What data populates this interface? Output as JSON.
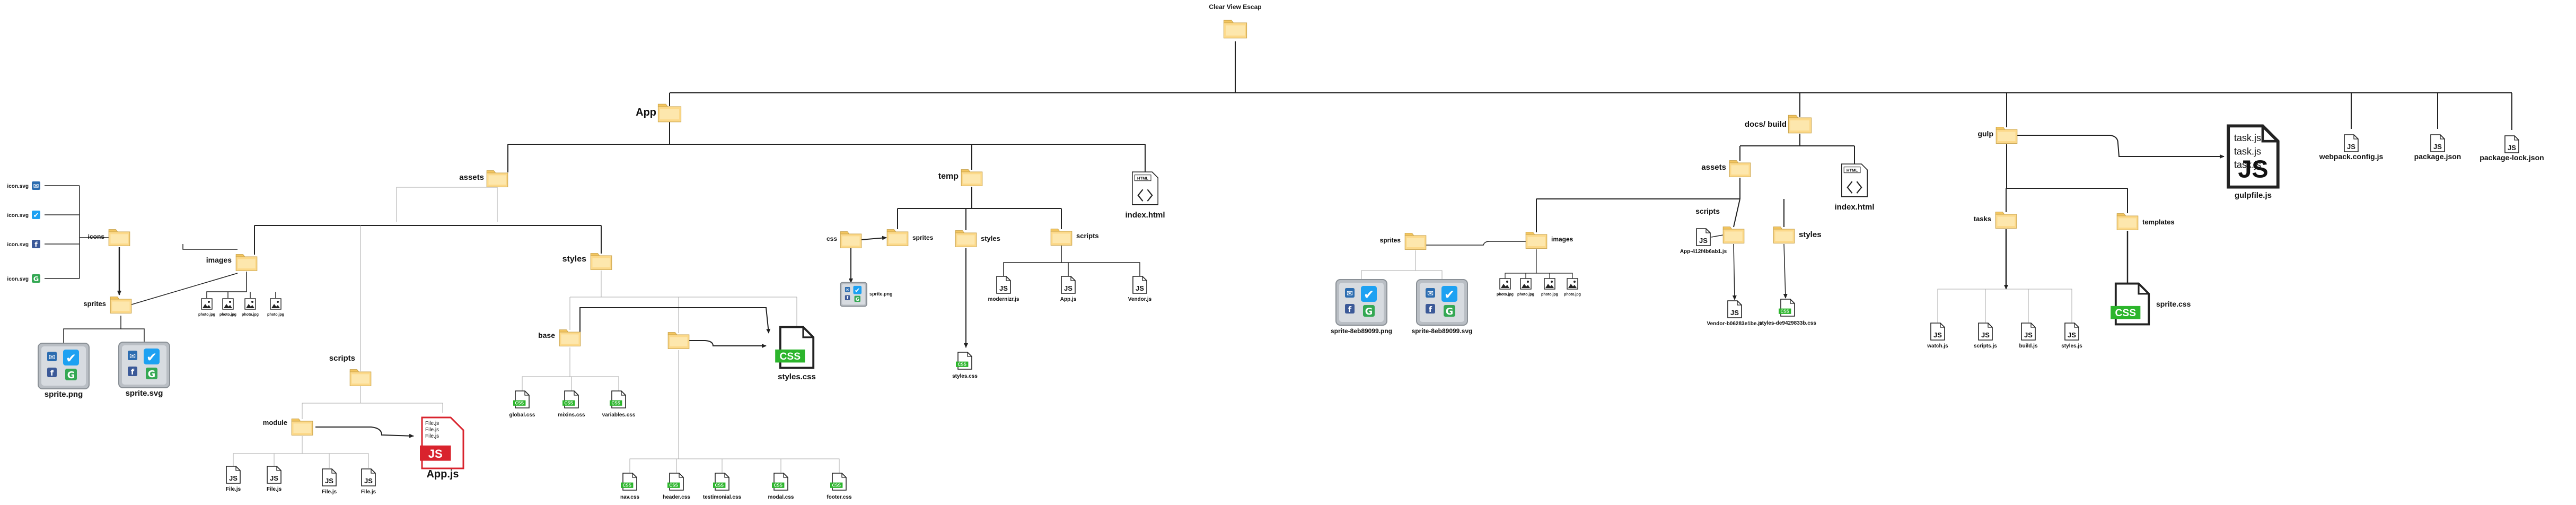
{
  "title": "Clear View Escap",
  "colors": {
    "folder": "#fcd98a",
    "folder_stroke": "#c9a24a",
    "css_green": "#2cb52c",
    "js_red": "#d9232d",
    "line": "#222222",
    "light_line": "#aaaaaa"
  },
  "nodes": [
    {
      "id": "root",
      "type": "folder",
      "label": "Clear View Escap"
    },
    {
      "id": "app",
      "type": "folder",
      "label": "App"
    },
    {
      "id": "docs",
      "type": "folder",
      "label": "docs/ build"
    },
    {
      "id": "gulp",
      "type": "folder",
      "label": "gulp"
    },
    {
      "id": "gulpfile",
      "type": "js-big",
      "label": "gulpfile.js",
      "inner": [
        "task.js",
        "task.js",
        "task.js"
      ]
    },
    {
      "id": "webpack",
      "type": "js",
      "label": "webpack.config.js"
    },
    {
      "id": "pkg",
      "type": "js",
      "label": "package.json"
    },
    {
      "id": "pkglock",
      "type": "js",
      "label": "package-lock.json"
    },
    {
      "id": "assets",
      "type": "folder",
      "label": "assets"
    },
    {
      "id": "temp",
      "type": "folder",
      "label": "temp"
    },
    {
      "id": "indexhtml",
      "type": "html",
      "label": "index.html"
    },
    {
      "id": "icons",
      "type": "folder",
      "label": "icons"
    },
    {
      "id": "images",
      "type": "folder",
      "label": "images"
    },
    {
      "id": "sprites",
      "type": "folder",
      "label": "sprites"
    },
    {
      "id": "icon1",
      "type": "icon-file",
      "label": "icon.svg",
      "glyph": "mail"
    },
    {
      "id": "icon2",
      "type": "icon-file",
      "label": "icon.svg",
      "glyph": "twitter"
    },
    {
      "id": "icon3",
      "type": "icon-file",
      "label": "icon.svg",
      "glyph": "facebook"
    },
    {
      "id": "icon4",
      "type": "icon-file",
      "label": "icon.svg",
      "glyph": "google"
    },
    {
      "id": "spritepng",
      "type": "sprite",
      "label": "sprite.png"
    },
    {
      "id": "spritesvg",
      "type": "sprite",
      "label": "sprite.svg"
    },
    {
      "id": "img1",
      "type": "image",
      "label": "photo.jpg"
    },
    {
      "id": "img2",
      "type": "image",
      "label": "photo.jpg"
    },
    {
      "id": "img3",
      "type": "image",
      "label": "photo.jpg"
    },
    {
      "id": "img4",
      "type": "image",
      "label": "photo.jpg"
    },
    {
      "id": "scripts",
      "type": "folder",
      "label": "scripts"
    },
    {
      "id": "module",
      "type": "folder",
      "label": "module"
    },
    {
      "id": "appjs",
      "type": "js-red",
      "label": "App.js",
      "inner": [
        "File.js",
        "File.js",
        "File.js"
      ]
    },
    {
      "id": "file1",
      "type": "js",
      "label": "File.js"
    },
    {
      "id": "file2",
      "type": "js",
      "label": "File.js"
    },
    {
      "id": "file3",
      "type": "js",
      "label": "File.js"
    },
    {
      "id": "file4",
      "type": "js",
      "label": "File.js"
    },
    {
      "id": "styles",
      "type": "folder",
      "label": "styles"
    },
    {
      "id": "base",
      "type": "folder",
      "label": "base"
    },
    {
      "id": "modules",
      "type": "folder",
      "label": ""
    },
    {
      "id": "stylescss",
      "type": "css-big",
      "label": "styles.css"
    },
    {
      "id": "global",
      "type": "css",
      "label": "global.css"
    },
    {
      "id": "mixins",
      "type": "css",
      "label": "mixins.css"
    },
    {
      "id": "variables",
      "type": "css",
      "label": "variables.css"
    },
    {
      "id": "nav",
      "type": "css",
      "label": "nav.css"
    },
    {
      "id": "header",
      "type": "css",
      "label": "header.css"
    },
    {
      "id": "testimonial",
      "type": "css",
      "label": "testimonial.css"
    },
    {
      "id": "modal",
      "type": "css",
      "label": "modal.css"
    },
    {
      "id": "footer",
      "type": "css",
      "label": "footer.css"
    },
    {
      "id": "tcss",
      "type": "folder",
      "label": "css"
    },
    {
      "id": "tsprites",
      "type": "folder",
      "label": "sprites"
    },
    {
      "id": "tstyles",
      "type": "folder",
      "label": "styles"
    },
    {
      "id": "tscripts",
      "type": "folder",
      "label": "scripts"
    },
    {
      "id": "tspritepng",
      "type": "sprite-small",
      "label": "sprite.png"
    },
    {
      "id": "tstylescss",
      "type": "css",
      "label": "styles.css"
    },
    {
      "id": "modernizr",
      "type": "js",
      "label": "modernizr.js"
    },
    {
      "id": "tappjs",
      "type": "js",
      "label": "App.js"
    },
    {
      "id": "vendor",
      "type": "js",
      "label": "Vendor.js"
    },
    {
      "id": "dassets",
      "type": "folder",
      "label": "assets"
    },
    {
      "id": "dindex",
      "type": "html",
      "label": "index.html"
    },
    {
      "id": "dsprites",
      "type": "folder",
      "label": "sprites"
    },
    {
      "id": "dimages",
      "type": "folder",
      "label": "images"
    },
    {
      "id": "dapp",
      "type": "js",
      "label": "App-412f4b6ab1.js"
    },
    {
      "id": "dscripts",
      "type": "folder",
      "label": "scripts"
    },
    {
      "id": "dstyles",
      "type": "folder",
      "label": "styles"
    },
    {
      "id": "dspritepng",
      "type": "sprite",
      "label": "sprite-8eb89099.png"
    },
    {
      "id": "dspritesvg",
      "type": "sprite",
      "label": "sprite-8eb89099.svg"
    },
    {
      "id": "dimg1",
      "type": "image",
      "label": "photo.jpg"
    },
    {
      "id": "dimg2",
      "type": "image",
      "label": "photo.jpg"
    },
    {
      "id": "dimg3",
      "type": "image",
      "label": "photo.jpg"
    },
    {
      "id": "dimg4",
      "type": "image",
      "label": "photo.jpg"
    },
    {
      "id": "dvendor",
      "type": "js",
      "label": "Vendor-b06283e1be.js"
    },
    {
      "id": "dstylescss",
      "type": "css",
      "label": "styles-de9429833b.css"
    },
    {
      "id": "tasks",
      "type": "folder",
      "label": "tasks"
    },
    {
      "id": "templates",
      "type": "folder",
      "label": "templates"
    },
    {
      "id": "watch",
      "type": "js",
      "label": "watch.js"
    },
    {
      "id": "gscripts",
      "type": "js",
      "label": "scripts.js"
    },
    {
      "id": "build",
      "type": "js",
      "label": "build.js"
    },
    {
      "id": "gstyles",
      "type": "js",
      "label": "styles.js"
    },
    {
      "id": "spritecss",
      "type": "css-big",
      "label": "sprite.css"
    }
  ]
}
